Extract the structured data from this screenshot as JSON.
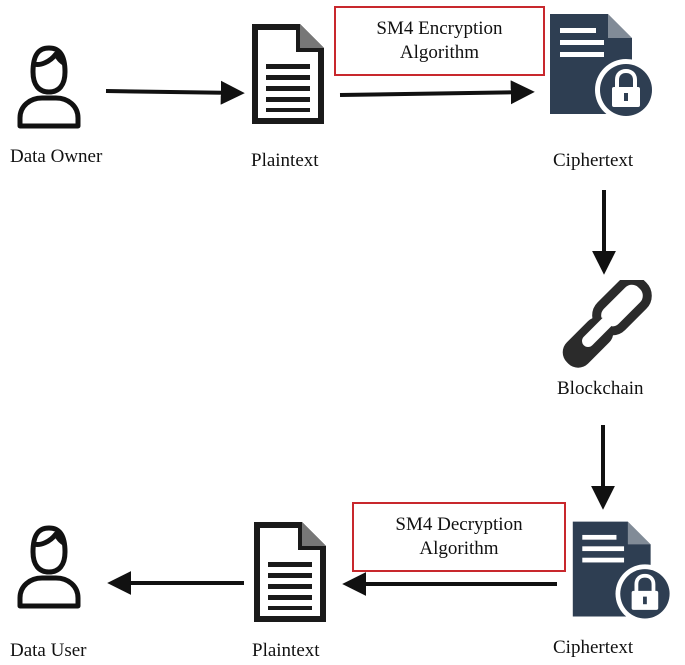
{
  "nodes": {
    "data_owner": {
      "label": "Data Owner",
      "icon": "person-icon"
    },
    "plaintext_top": {
      "label": "Plaintext",
      "icon": "document-icon"
    },
    "ciphertext_top": {
      "label": "Ciphertext",
      "icon": "locked-document-icon"
    },
    "blockchain": {
      "label": "Blockchain",
      "icon": "chain-link-icon"
    },
    "ciphertext_bottom": {
      "label": "Ciphertext",
      "icon": "locked-document-icon"
    },
    "plaintext_bottom": {
      "label": "Plaintext",
      "icon": "document-icon"
    },
    "data_user": {
      "label": "Data User",
      "icon": "person-icon"
    }
  },
  "encryption": {
    "line1": "SM4 Encryption",
    "line2": "Algorithm"
  },
  "decryption": {
    "line1": "SM4 Decryption",
    "line2": "Algorithm"
  },
  "colors": {
    "icon_dark": "#2e3e52",
    "box_border": "#c8282d",
    "arrow": "#111111"
  }
}
